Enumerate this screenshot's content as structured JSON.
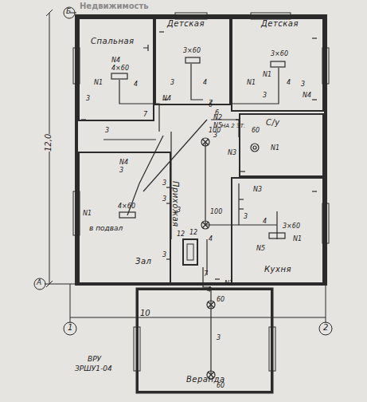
{
  "diagram": {
    "nodes": [
      {
        "text": [
          "Спальная"
        ]
      },
      {
        "text": [
          "Детская"
        ]
      },
      {
        "text": [
          "Детская"
        ]
      },
      {
        "text": [
          "С/у"
        ]
      },
      {
        "text": [
          "Прихожая"
        ]
      },
      {
        "text": [
          "Зал"
        ]
      },
      {
        "text": [
          "Кухня"
        ]
      },
      {
        "text": [
          "Веранда"
        ]
      }
    ],
    "labels": [
      "Недвижимость",
      "Б",
      "А",
      "1",
      "2",
      "12,0",
      "10",
      "ВРУ",
      "ЗРШУ1-04",
      "в подвал",
      "N4",
      "4×60",
      "N1",
      "4",
      "3",
      "7",
      "3",
      "3×60",
      "N4",
      "4",
      "7",
      "3",
      "6",
      "3×60",
      "N1",
      "N1",
      "4",
      "3",
      "N4",
      "3",
      "N2",
      "N5",
      "НА 2 ЭТ.",
      "6",
      "100",
      "N3",
      "3",
      "60",
      "N1",
      "N4",
      "4×60",
      "N1",
      "3",
      "3",
      "3",
      "3",
      "12",
      "12",
      "100",
      "4",
      "3",
      "3×60",
      "N1",
      "N5",
      "4",
      "3",
      "N3",
      "7",
      "4",
      "60",
      "N1",
      "3",
      "60"
    ]
  }
}
